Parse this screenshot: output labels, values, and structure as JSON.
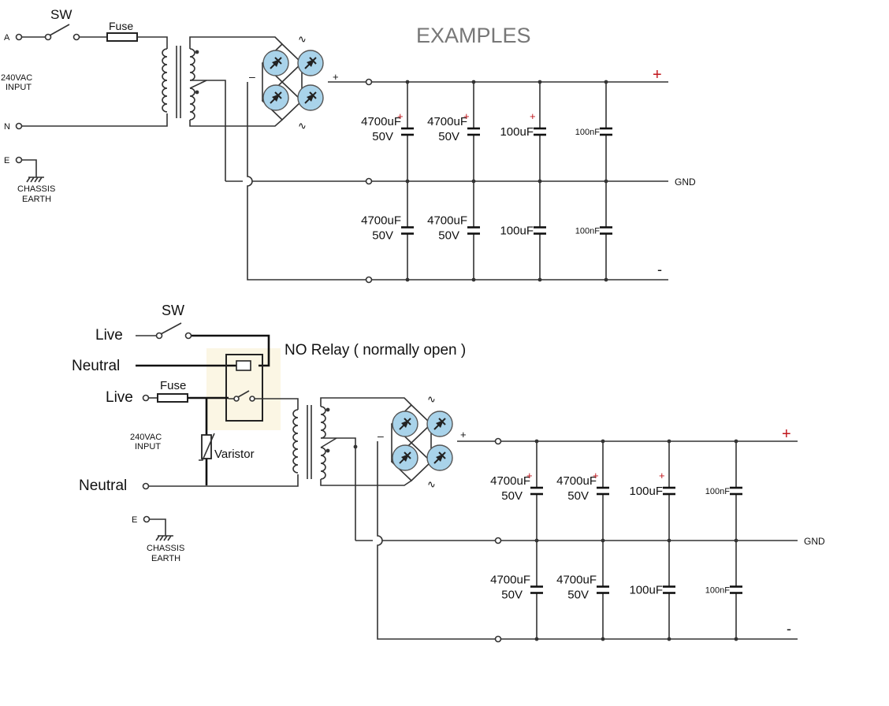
{
  "title": "EXAMPLES",
  "top": {
    "sw": "SW",
    "fuse": "Fuse",
    "a": "A",
    "n": "N",
    "e": "E",
    "input1": "240VAC",
    "input2": "INPUT",
    "chassis1": "CHASSIS",
    "chassis2": "EARTH",
    "bridge_minus": "–",
    "bridge_plus": "+",
    "tilde": "∿",
    "rail_plus": "+",
    "rail_gnd": "GND",
    "rail_minus": "-",
    "caps": [
      {
        "v": "4700uF",
        "v2": "50V",
        "pol": "+"
      },
      {
        "v": "4700uF",
        "v2": "50V",
        "pol": "+"
      },
      {
        "v": "100uF",
        "v2": "",
        "pol": "+"
      },
      {
        "v": "100nF",
        "v2": "",
        "pol": ""
      }
    ],
    "caps_low": [
      {
        "v": "4700uF",
        "v2": "50V"
      },
      {
        "v": "4700uF",
        "v2": "50V"
      },
      {
        "v": "100uF",
        "v2": ""
      },
      {
        "v": "100nF",
        "v2": ""
      }
    ]
  },
  "bottom": {
    "sw": "SW",
    "live": "Live",
    "neutral": "Neutral",
    "live2": "Live",
    "relay_label": "NO  Relay ( normally open )",
    "fuse": "Fuse",
    "varistor": "Varistor",
    "neutral2": "Neutral",
    "input1": "240VAC",
    "input2": "INPUT",
    "e": "E",
    "chassis1": "CHASSIS",
    "chassis2": "EARTH",
    "bridge_minus": "–",
    "bridge_plus": "+",
    "tilde": "∿",
    "rail_plus": "+",
    "rail_gnd": "GND",
    "rail_minus": "-",
    "caps": [
      {
        "v": "4700uF",
        "v2": "50V",
        "pol": "+"
      },
      {
        "v": "4700uF",
        "v2": "50V",
        "pol": "+"
      },
      {
        "v": "100uF",
        "v2": "",
        "pol": "+"
      },
      {
        "v": "100nF",
        "v2": "",
        "pol": ""
      }
    ],
    "caps_low": [
      {
        "v": "4700uF",
        "v2": "50V"
      },
      {
        "v": "4700uF",
        "v2": "50V"
      },
      {
        "v": "100uF",
        "v2": ""
      },
      {
        "v": "100nF",
        "v2": ""
      }
    ]
  }
}
